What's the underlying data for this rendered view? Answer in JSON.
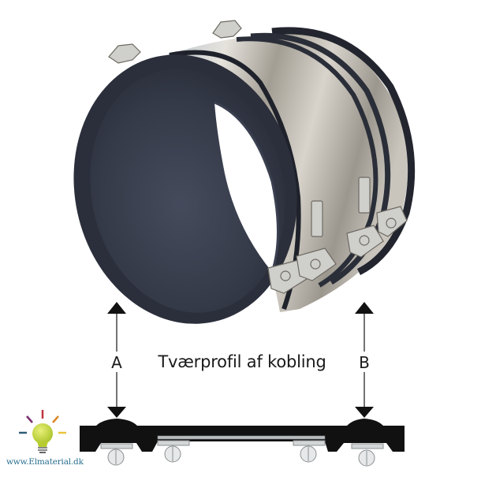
{
  "figure": {
    "title": "Tværprofil af kobling",
    "dimension_labels": {
      "a": "A",
      "b": "B"
    }
  },
  "product": {
    "subject": "rubber-and-stainless-steel-pipe-coupling",
    "colors": {
      "rubber": "#2b2f3b",
      "rubber_inner": "#3a4050",
      "steel_light": "#d9d6cf",
      "steel_mid": "#a9a49a",
      "steel_dark": "#6e6a63",
      "profile_black": "#111111",
      "clamp_gray": "#c8cbcc"
    }
  },
  "logo": {
    "text": "www.Elmaterial.dk",
    "icon": "lightbulb-icon",
    "colors": {
      "bulb": "#c6d840",
      "text": "#2a6f8f",
      "rays": [
        "#2f5c7a",
        "#7a2e6e",
        "#c0343c",
        "#d9892a",
        "#e8c43a"
      ]
    }
  }
}
